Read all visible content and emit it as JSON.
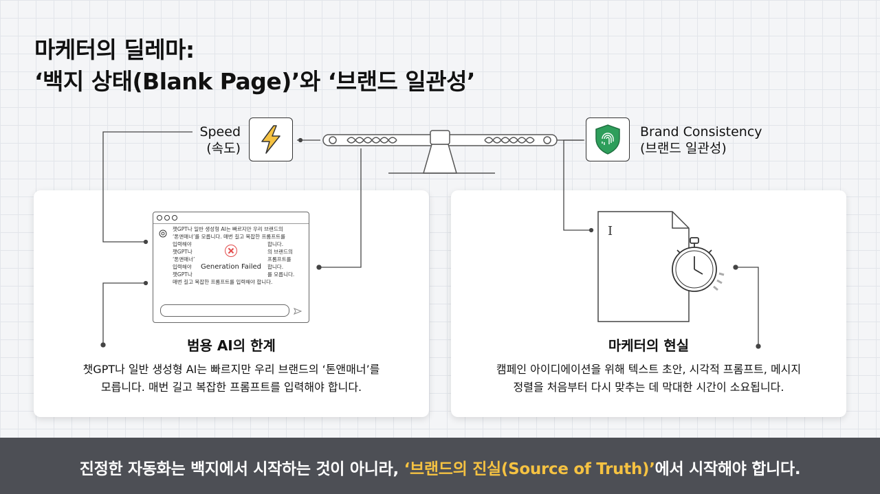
{
  "title": {
    "line1": "마케터의 딜레마:",
    "line2": "‘백지 상태(Blank Page)’와 ‘브랜드 일관성’"
  },
  "speed": {
    "label_en": "Speed",
    "label_ko": "(속도)",
    "icon": "lightning-icon"
  },
  "brand": {
    "label_en": "Brand Consistency",
    "label_ko": "(브랜드 일관성)",
    "icon": "fingerprint-shield-icon"
  },
  "left_card": {
    "heading": "범용 AI의 한계",
    "text_line1": "챗GPT나 일반 생성형 AI는 빠르지만 우리 브랜드의 ‘톤앤매너’를",
    "text_line2": "모릅니다. 매번 길고 복잡한 프롬프트를 입력해야 합니다.",
    "chat_window": {
      "lines": [
        "챗GPT나 일반 생성형 AI는 빠르지만 우리 브랜드의",
        "‘톤앤매너’를 모릅니다. 매번 길고 복잡한 프롬프트를",
        "입력해야",
        "챗GPT나",
        "‘톤앤매너’",
        "입력해야",
        "챗GPT나",
        "매번 길고 복잡한 프롬프트를 입력해야 합니다."
      ],
      "right_lines": [
        "합니다.",
        "의 브랜드의",
        "프롬프트를",
        "합니다.",
        "를 모릅니다."
      ],
      "error_text": "Generation Failed"
    }
  },
  "right_card": {
    "heading": "마케터의 현실",
    "text_line1": "캠페인 아이디에이션을 위해 텍스트 초안, 시각적 프롬프트, 메시지",
    "text_line2": "정렬을 처음부터 다시 맞추는 데 막대한 시간이 소요됩니다.",
    "doc_cursor": "I"
  },
  "footer": {
    "text_before": "진정한 자동화는 백지에서 시작하는 것이 아니라, ",
    "highlight": "‘브랜드의 진실(Source of Truth)’",
    "text_after": "에서 시작해야 합니다."
  },
  "colors": {
    "accent": "#f5c242",
    "shield": "#2e9e5b",
    "error": "#e24b4b",
    "footer_bg": "#4d4f55"
  }
}
